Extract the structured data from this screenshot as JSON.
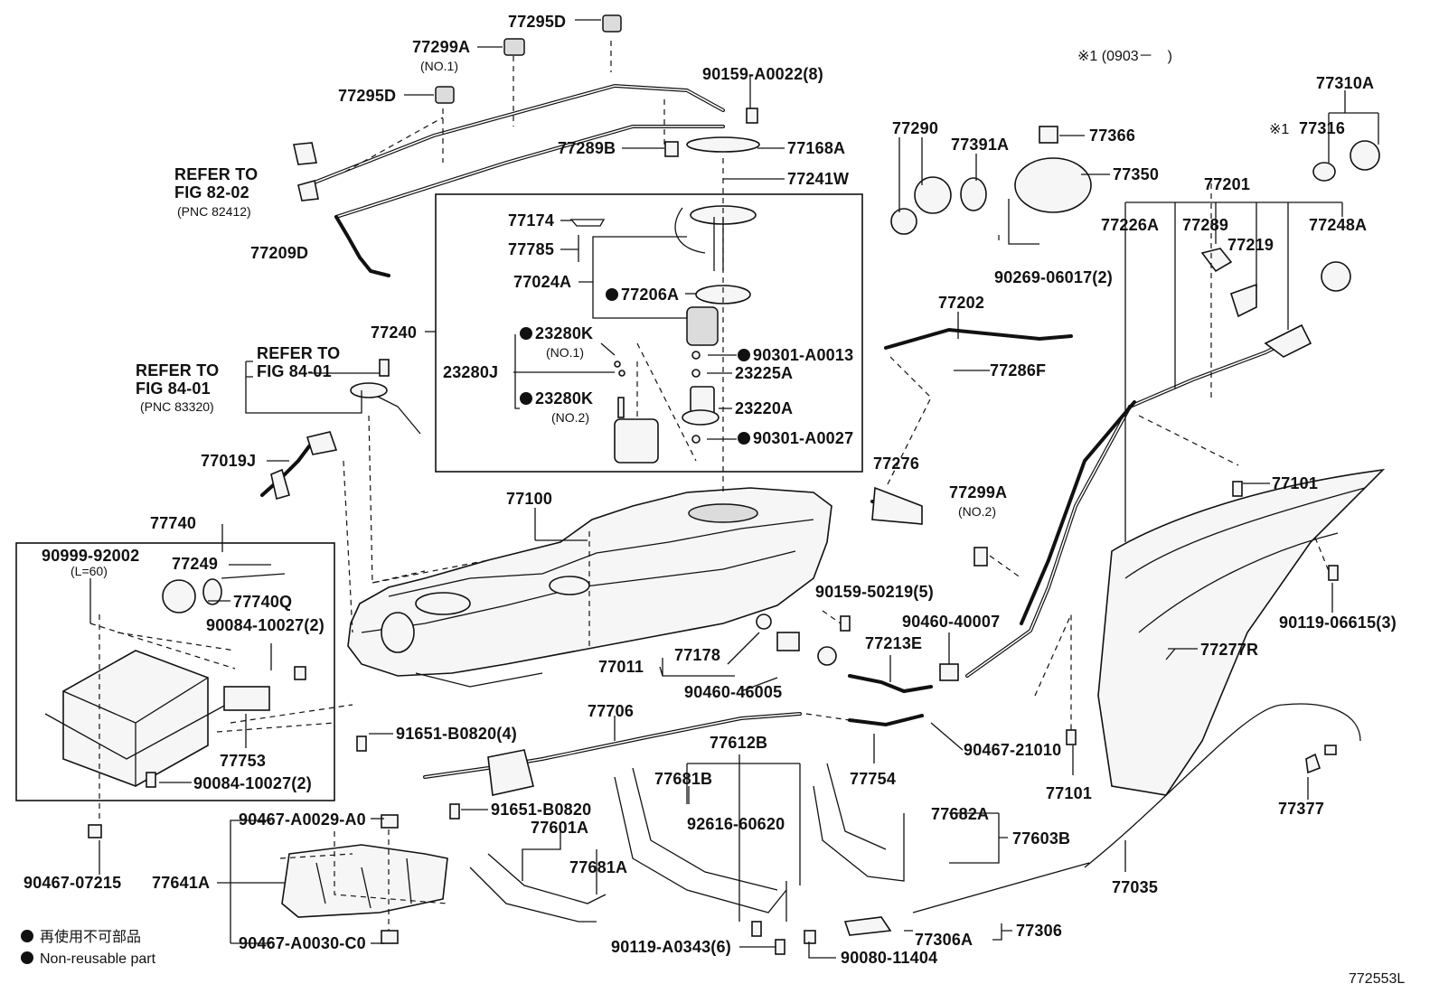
{
  "diagram_id": "772553L",
  "period_note": "※1 (0903－　)",
  "legend": {
    "reuse_jp": "再使用不可部品",
    "reuse_en": "Non-reusable part"
  },
  "labels": {
    "p77295D_top": "77295D",
    "p77299A_1": "77299A",
    "no1_a": "(NO.1)",
    "p77295D_mid": "77295D",
    "refer82_1": "REFER TO",
    "refer82_2": "FIG 82-02",
    "refer82_3": "(PNC 82412)",
    "p77209D": "77209D",
    "p90159A0022": "90159-A0022(8)",
    "p77289B": "77289B",
    "p77168A": "77168A",
    "p77241W": "77241W",
    "p77174": "77174",
    "p77785": "77785",
    "p77024A": "77024A",
    "p77206A": "77206A",
    "p77240": "77240",
    "p23280K_1": "23280K",
    "no1_b": "(NO.1)",
    "p23280J": "23280J",
    "p23280K_2": "23280K",
    "no2_a": "(NO.2)",
    "p90301A0013": "90301-A0013",
    "p23225A": "23225A",
    "p23220A": "23220A",
    "p90301A0027": "90301-A0027",
    "refer84_1": "REFER TO",
    "refer84_2": "FIG 84-01",
    "refer84_l1": "REFER TO",
    "refer84_l2": "FIG 84-01",
    "refer84_l3": "(PNC 83320)",
    "p77019J": "77019J",
    "p77290": "77290",
    "p77391A": "77391A",
    "p77366": "77366",
    "p77350": "77350",
    "p90269": "90269-06017(2)",
    "p77310A": "77310A",
    "p77316": "77316",
    "mark1": "※1",
    "p77201": "77201",
    "p77226A": "77226A",
    "p77289": "77289",
    "p77219": "77219",
    "p77248A": "77248A",
    "p77202": "77202",
    "p77286F": "77286F",
    "p77276": "77276",
    "p77299A_2": "77299A",
    "no2_b": "(NO.2)",
    "p77101_a": "77101",
    "p90119_06615": "90119-06615(3)",
    "p77100": "77100",
    "p77740": "77740",
    "p90999": "90999-92002",
    "l60": "(L=60)",
    "p77249": "77249",
    "p77740Q": "77740Q",
    "p90084_a": "90084-10027(2)",
    "p90159_50219": "90159-50219(5)",
    "p90460_40007": "90460-40007",
    "p77213E": "77213E",
    "p77277R": "77277R",
    "p77178": "77178",
    "p77011": "77011",
    "p90460_46005": "90460-46005",
    "p77706": "77706",
    "p77753": "77753",
    "p91651_a": "91651-B0820(4)",
    "p90084_b": "90084-10027(2)",
    "p77612B": "77612B",
    "p77681B": "77681B",
    "p77754": "77754",
    "p90467_21010": "90467-21010",
    "p77101_b": "77101",
    "p91651_b": "91651-B0820",
    "p90467_A0029": "90467-A0029-A0",
    "p77601A": "77601A",
    "p92616": "92616-60620",
    "p77682A": "77682A",
    "p77603B": "77603B",
    "p77377": "77377",
    "p90467_07215": "90467-07215",
    "p77641A": "77641A",
    "p77681A": "77681A",
    "p77035": "77035",
    "p90467_A0030": "90467-A0030-C0",
    "p90119_A0343": "90119-A0343(6)",
    "p77306A": "77306A",
    "p77306": "77306",
    "p90080": "90080-11404"
  }
}
